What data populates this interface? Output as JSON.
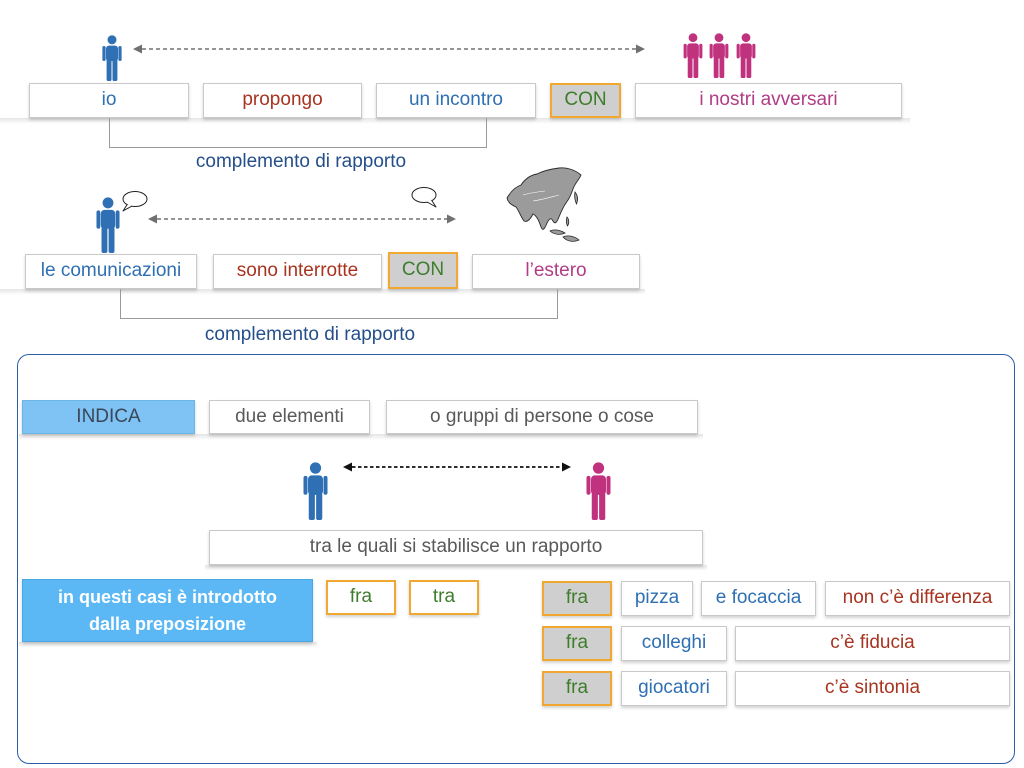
{
  "palette": {
    "blue_text": "#2f6fb3",
    "red_text": "#a83420",
    "magenta_text": "#b23c86",
    "green_text": "#3d7d2b",
    "label_text": "#254f8b",
    "gray_text": "#595959",
    "dark_text": "#3b4659",
    "accent_border": "#f0a830",
    "preposition_fill": "#cfcfcf",
    "indica_fill": "#7ec3f3",
    "intro_fill": "#5cb8f5",
    "panel_border": "#2b5da8",
    "person_blue": "#2f6fb3",
    "person_magenta": "#c0317e"
  },
  "icons": [
    "person-icon",
    "double-arrow-icon",
    "speech-bubble-icon",
    "asia-map-icon"
  ],
  "example_1": {
    "subject": "io",
    "verb": "propongo",
    "object": "un incontro",
    "preposition": "CON",
    "term": "i nostri avversari",
    "label": "complemento di rapporto"
  },
  "example_2": {
    "subject": "le comunicazioni",
    "verb": "sono interrotte",
    "preposition": "CON",
    "term": "l’estero",
    "label": "complemento di rapporto"
  },
  "definition": {
    "keyword": "INDICA",
    "part_1": "due elementi",
    "part_2": "o gruppi di persone o cose",
    "part_3": "tra le quali si stabilisce un rapporto",
    "intro_lines": [
      "in questi casi è introdotto",
      "dalla preposizione"
    ],
    "prepositions": [
      "fra",
      "tra"
    ]
  },
  "examples_table": [
    {
      "preposition": "fra",
      "cells": [
        "pizza",
        "e focaccia",
        "non c’è differenza"
      ]
    },
    {
      "preposition": "fra",
      "cells": [
        "colleghi",
        "c’è fiducia"
      ]
    },
    {
      "preposition": "fra",
      "cells": [
        "giocatori",
        "c’è sintonia"
      ]
    }
  ]
}
